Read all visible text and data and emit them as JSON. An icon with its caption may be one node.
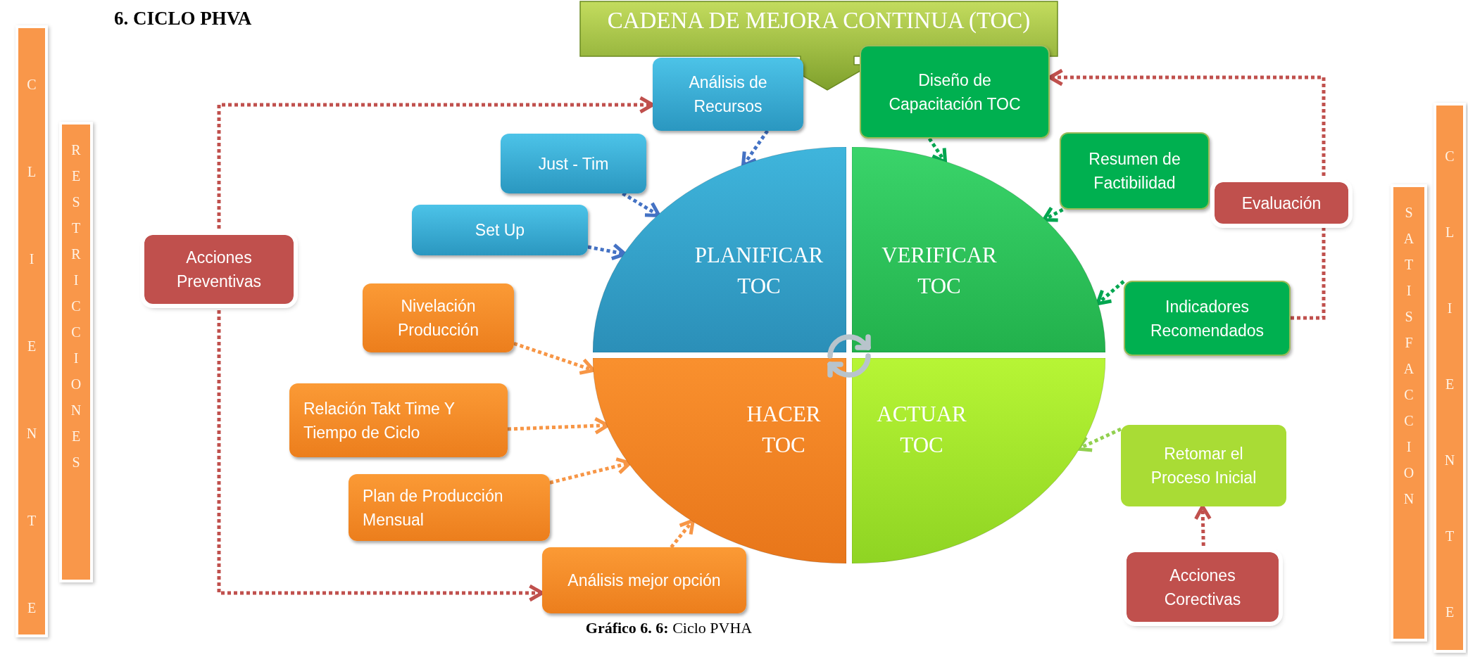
{
  "diagram": {
    "title": "6. CICLO PHVA",
    "caption": "**Gráfico 6. 6:** Ciclo PVHA",
    "nodes": [
      {
        "text": [
          "CADENA DE MEJORA CONTINUA (TOC)"
        ]
      },
      {
        "text": [
          "Análisis de Recursos"
        ]
      },
      {
        "text": [
          "Just - Tim"
        ]
      },
      {
        "text": [
          "Set Up"
        ]
      },
      {
        "text": [
          "Acciones Preventivas"
        ]
      },
      {
        "text": [
          "Nivelación Producción"
        ]
      },
      {
        "text": [
          "Relación Takt Time Y Tiempo de Ciclo"
        ]
      },
      {
        "text": [
          "Plan de Producción Mensual"
        ]
      },
      {
        "text": [
          "Análisis mejor opción"
        ]
      },
      {
        "text": [
          "Diseño de Capacitación TOC"
        ]
      },
      {
        "text": [
          "Resumen de Factibilidad"
        ]
      },
      {
        "text": [
          "Evaluación"
        ]
      },
      {
        "text": [
          "Indicadores Recomendados"
        ]
      },
      {
        "text": [
          "Retomar el Proceso Inicial"
        ]
      },
      {
        "text": [
          "Acciones Corectivas"
        ]
      },
      {
        "text": [
          "PLANIFICAR TOC"
        ]
      },
      {
        "text": [
          "VERIFICAR TOC"
        ]
      },
      {
        "text": [
          "HACER TOC"
        ]
      },
      {
        "text": [
          "ACTUAR TOC"
        ]
      },
      {
        "text": [
          "CLIENTE"
        ]
      },
      {
        "text": [
          "RESTRICCIONES"
        ]
      },
      {
        "text": [
          "SATISFACCION"
        ]
      },
      {
        "text": [
          "CLIENTE"
        ]
      }
    ],
    "edges": [
      {
        "from": 1,
        "to": 15,
        "arrow": "to",
        "color": "#4472c4"
      },
      {
        "from": 2,
        "to": 15,
        "arrow": "to",
        "color": "#4472c4"
      },
      {
        "from": 3,
        "to": 15,
        "arrow": "to",
        "color": "#4472c4"
      },
      {
        "from": 5,
        "to": 17,
        "arrow": "to",
        "color": "#f79646"
      },
      {
        "from": 6,
        "to": 17,
        "arrow": "to",
        "color": "#f79646"
      },
      {
        "from": 7,
        "to": 17,
        "arrow": "to",
        "color": "#f79646"
      },
      {
        "from": 8,
        "to": 17,
        "arrow": "to",
        "color": "#f79646"
      },
      {
        "from": 9,
        "to": 16,
        "arrow": "to",
        "color": "#00a650"
      },
      {
        "from": 10,
        "to": 16,
        "arrow": "to",
        "color": "#00a650"
      },
      {
        "from": 12,
        "to": 16,
        "arrow": "to",
        "color": "#00a650"
      },
      {
        "from": 13,
        "to": 18,
        "arrow": "to",
        "color": "#92d050"
      },
      {
        "from": 14,
        "to": 13,
        "arrow": "to"
      },
      {
        "from": 4,
        "to": 1,
        "arrow": "to"
      },
      {
        "from": 4,
        "to": 8,
        "arrow": "to"
      },
      {
        "from": 12,
        "to": 11,
        "arrow": "none"
      },
      {
        "from": 11,
        "to": 9,
        "arrow": "to"
      }
    ]
  }
}
